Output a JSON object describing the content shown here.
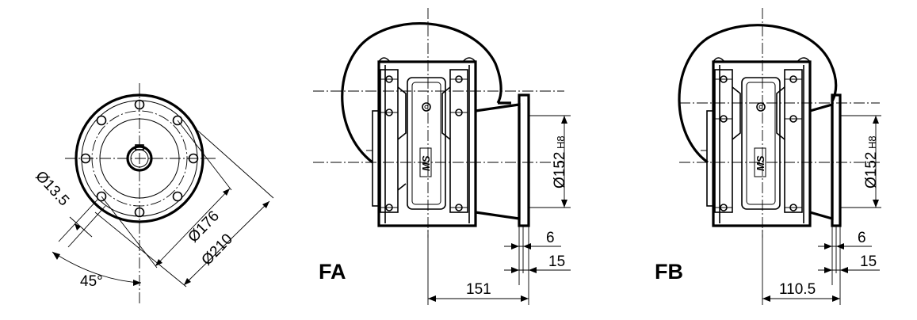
{
  "flange_view": {
    "bolt_hole": "Ø13.5",
    "pitch_diameter": "Ø176",
    "outer_diameter": "Ø210",
    "angle": "45°"
  },
  "view_fa": {
    "label": "FA",
    "pilot": "Ø152",
    "pilot_tol": "H8",
    "flange_thickness": "6",
    "pilot_depth": "15",
    "overall_length": "151"
  },
  "view_fb": {
    "label": "FB",
    "pilot": "Ø152",
    "pilot_tol": "H8",
    "flange_thickness": "6",
    "pilot_depth": "15",
    "overall_length": "110.5"
  },
  "logo_text": "MS"
}
